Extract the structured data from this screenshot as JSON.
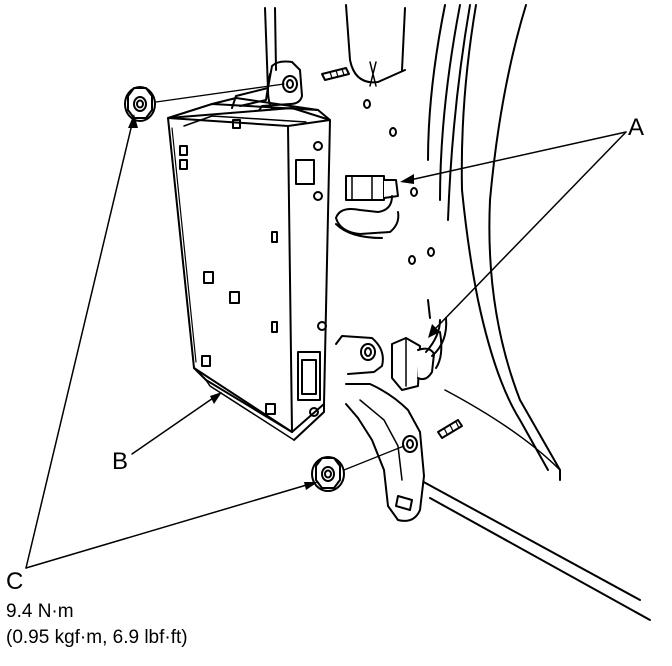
{
  "labels": {
    "a": "A",
    "b": "B",
    "c": "C"
  },
  "torque": {
    "line1": "9.4 N·m",
    "line2": "(0.95 kgf·m, 6.9 lbf·ft)"
  },
  "colors": {
    "line": "#000000",
    "background": "#ffffff"
  }
}
